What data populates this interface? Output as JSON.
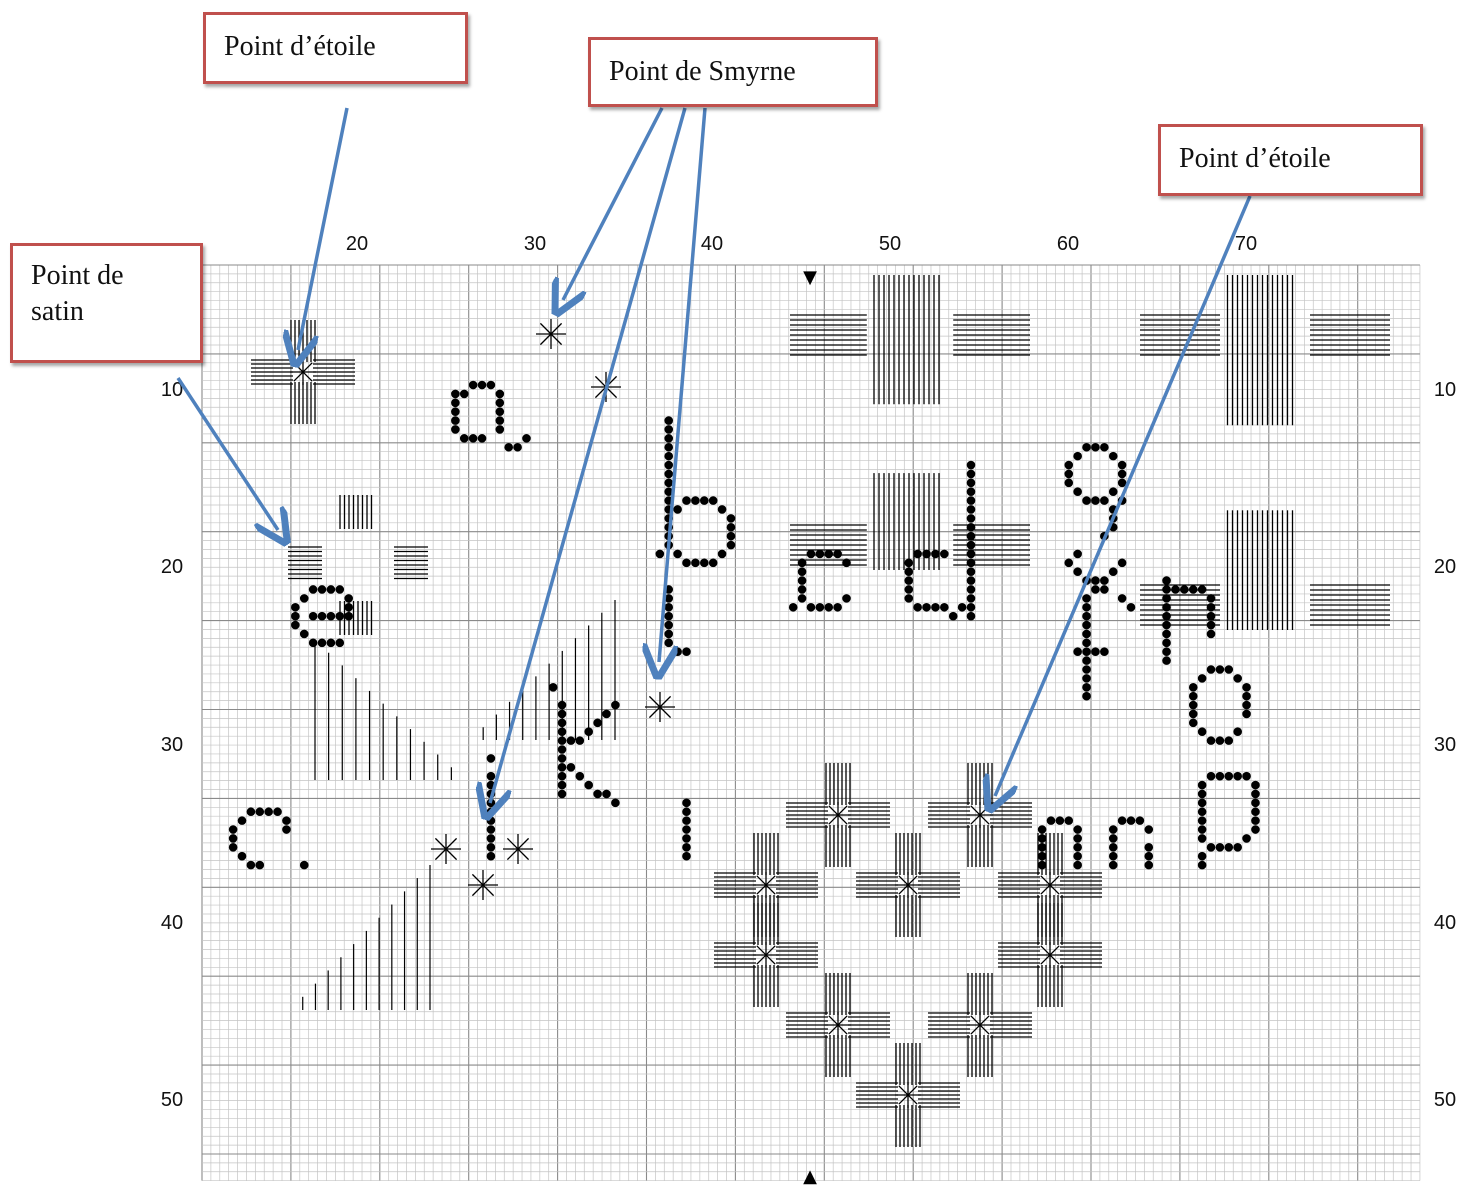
{
  "callouts": {
    "etoile_top": "Point d’étoile",
    "smyrne": "Point de Smyrne",
    "etoile_right": "Point d’étoile",
    "satin": "Point de satin"
  },
  "column_numbers": [
    "20",
    "30",
    "40",
    "50",
    "60",
    "70"
  ],
  "row_numbers": [
    "10",
    "20",
    "30",
    "40",
    "50"
  ],
  "markers": {
    "top": "▼",
    "bottom": "▲"
  },
  "colors": {
    "callout_border": "#c0504d",
    "arrow": "#4f81bd",
    "grid": "#bdbdbd",
    "stitch": "#000000"
  }
}
